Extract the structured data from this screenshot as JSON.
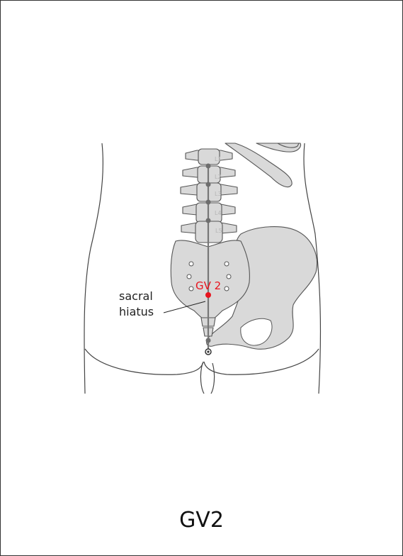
{
  "figure": {
    "caption": "GV2",
    "point_label": "GV 2",
    "callout_line1": "sacral",
    "callout_line2": "hiatus",
    "vertebrae": [
      "L1",
      "L2",
      "L3",
      "L4",
      "L5"
    ],
    "point_color": "#e8141e",
    "bone_color": "#d9d9d9"
  }
}
